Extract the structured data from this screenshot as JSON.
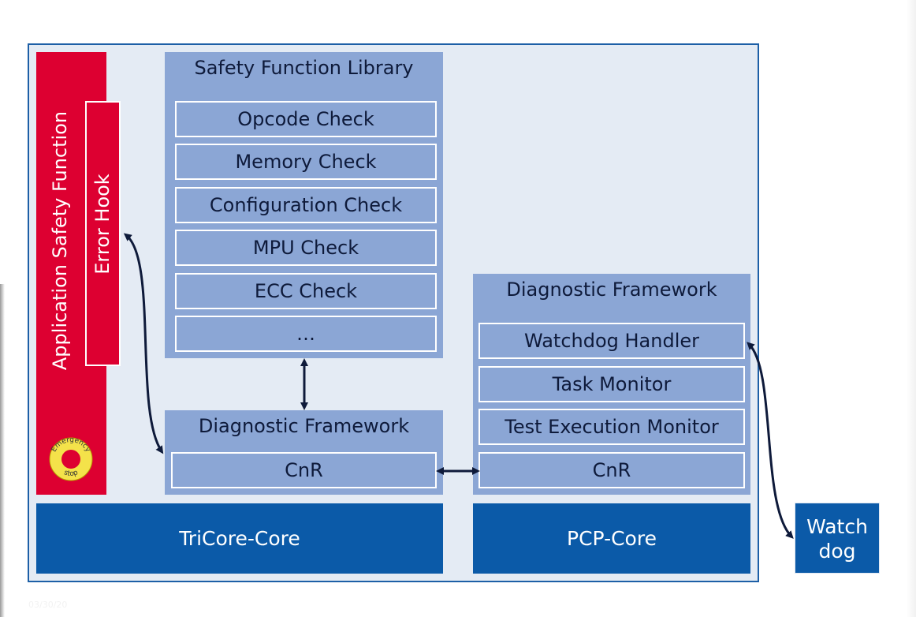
{
  "diagram": {
    "app_safety_function": "Application Safety Function",
    "error_hook": "Error Hook",
    "emergency_stop": {
      "line1": "Emergency",
      "line2": "stop"
    },
    "safety_library": {
      "title": "Safety Function Library",
      "items": [
        "Opcode Check",
        "Memory Check",
        "Configuration Check",
        "MPU Check",
        "ECC Check",
        "…"
      ]
    },
    "diag_left": {
      "title": "Diagnostic Framework",
      "items": [
        "CnR"
      ]
    },
    "diag_right": {
      "title": "Diagnostic Framework",
      "items": [
        "Watchdog Handler",
        "Task Monitor",
        "Test Execution Monitor",
        "CnR"
      ]
    },
    "tricore": "TriCore-Core",
    "pcp": "PCP-Core",
    "watchdog": {
      "line1": "Watch",
      "line2": "dog"
    },
    "footer_date": "03/30/20",
    "colors": {
      "safety_red": "#dd0031",
      "core_blue": "#0b5aa8",
      "box_blue": "#8ba6d5",
      "arrow": "#0e1a3a"
    }
  }
}
